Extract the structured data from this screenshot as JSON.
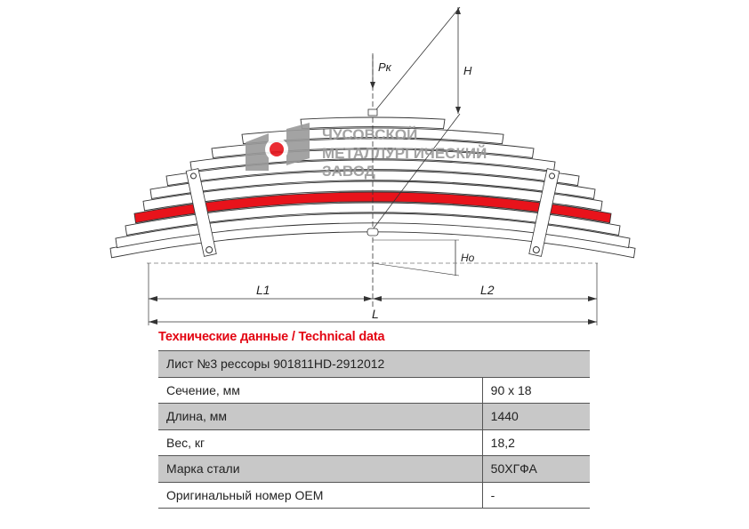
{
  "diagram": {
    "labels": {
      "pk": "Pк",
      "h": "H",
      "ho": "Ho",
      "l1": "L1",
      "l2": "L2",
      "l": "L"
    },
    "logo": {
      "line1": "ЧУСОВСКОЙ",
      "line2": "МЕТАЛЛУРГИЧЕСКИЙ",
      "line3": "ЗАВОД"
    },
    "colors": {
      "highlight": "#e8131b",
      "logo_grey": "#9a9a9a",
      "accent": "#e30613"
    }
  },
  "tech": {
    "title": "Технические данные / Technical data",
    "header": "Лист №3 рессоры 901811HD-2912012",
    "rows": [
      {
        "label": "Сечение, мм",
        "value": "90 x 18"
      },
      {
        "label": "Длина, мм",
        "value": "1440"
      },
      {
        "label": "Вес, кг",
        "value": "18,2"
      },
      {
        "label": "Марка стали",
        "value": "50ХГФА"
      },
      {
        "label": "Оригинальный номер OEM",
        "value": "-"
      }
    ]
  }
}
